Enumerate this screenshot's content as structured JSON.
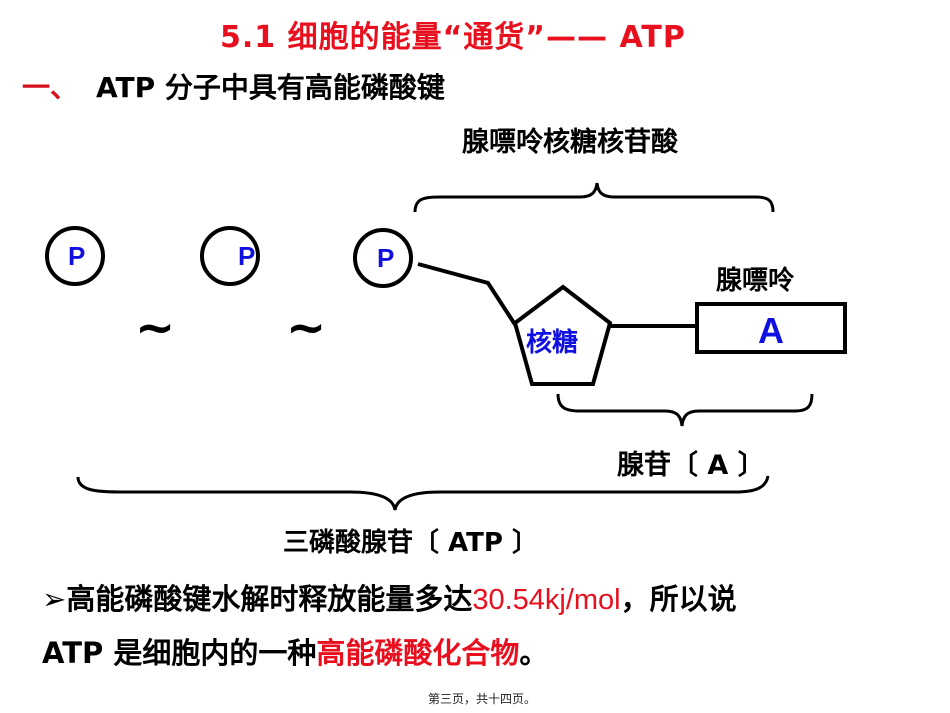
{
  "slide": {
    "title": "5.1  细胞的能量“通货”—— ATP",
    "heading": {
      "number": "一、",
      "text": "ATP 分子中具有高能磷酸键"
    },
    "diagram": {
      "nucleotide_label": "腺嘌呤核糖核苷酸",
      "phosphates": [
        "P",
        "P",
        "P"
      ],
      "high_energy_bond_symbols": [
        "~",
        "~"
      ],
      "ribose_label": "核糖",
      "adenine_label": "腺嘌呤",
      "adenine_symbol": "A",
      "adenosine_label": "腺苷〔 A 〕",
      "atp_label": "三磷酸腺苷〔 ATP 〕"
    },
    "body": {
      "bullet": "➢",
      "line1_part1": "高能磷酸键水解时释放能量多达",
      "line1_value": "30.54kj/mol",
      "line1_part2": "，所以说",
      "line2_part1": "ATP 是细胞内的一种",
      "line2_highlight": "高能磷酸化合物",
      "line2_part2": "。"
    },
    "footer": "第三页，共十四页。"
  },
  "colors": {
    "title_red": "#e8101e",
    "symbol_blue": "#1010e0",
    "text_black": "#000000"
  }
}
